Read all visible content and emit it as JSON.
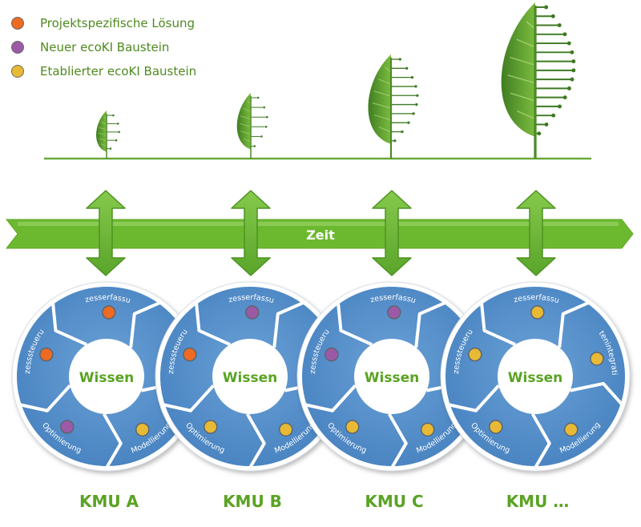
{
  "legend": [
    {
      "label": "Projektspezifische Lösung",
      "color": "#ec6a22"
    },
    {
      "label": "Neuer ecoKI Baustein",
      "color": "#9c5aa6"
    },
    {
      "label": "Etablierter ecoKI Baustein",
      "color": "#e8b934"
    }
  ],
  "timeline_label": "Zeit",
  "center_label": "Wissen",
  "status_colors": {
    "orange": "#ec6a22",
    "purple": "#9c5aa6",
    "yellow": "#e8b934"
  },
  "cycles": [
    {
      "kmu": "KMU A",
      "segments": [
        {
          "label": "Prozesserfassung",
          "status": "orange"
        },
        {
          "label": "",
          "status": "none"
        },
        {
          "label": "Modellierung",
          "status": "yellow"
        },
        {
          "label": "Optimierung",
          "status": "purple"
        },
        {
          "label": "Prozesssteuerung",
          "status": "orange"
        }
      ]
    },
    {
      "kmu": "KMU B",
      "segments": [
        {
          "label": "Prozesserfassung",
          "status": "purple"
        },
        {
          "label": "",
          "status": "none"
        },
        {
          "label": "Modellierung",
          "status": "yellow"
        },
        {
          "label": "Optimierung",
          "status": "yellow"
        },
        {
          "label": "Prozesssteuerung",
          "status": "orange"
        }
      ]
    },
    {
      "kmu": "KMU C",
      "segments": [
        {
          "label": "Prozesserfassung",
          "status": "purple"
        },
        {
          "label": "",
          "status": "none"
        },
        {
          "label": "Modellierung",
          "status": "yellow"
        },
        {
          "label": "Optimierung",
          "status": "yellow"
        },
        {
          "label": "Prozesssteuerung",
          "status": "purple"
        }
      ]
    },
    {
      "kmu": "KMU …",
      "segments": [
        {
          "label": "Prozesserfassung",
          "status": "yellow"
        },
        {
          "label": "Datenintegration",
          "status": "yellow"
        },
        {
          "label": "Modellierung",
          "status": "yellow"
        },
        {
          "label": "Optimierung",
          "status": "yellow"
        },
        {
          "label": "Prozesssteuerung",
          "status": "yellow"
        }
      ]
    }
  ]
}
